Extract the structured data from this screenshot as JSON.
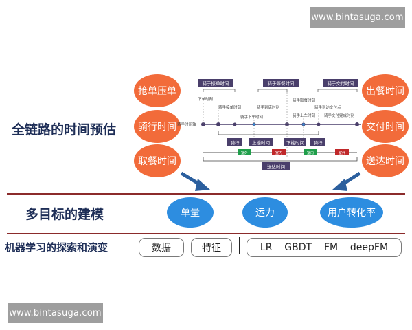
{
  "watermark": {
    "text": "www.bintasuga.com"
  },
  "titles": {
    "row1": "全链路的时间预估",
    "row2": "多目标的建模",
    "row3": "机器学习的探索和演变"
  },
  "left_bubbles": [
    "抢单压单",
    "骑行时间",
    "取餐时间"
  ],
  "right_bubbles": [
    "出餐时间",
    "交付时间",
    "送达时间"
  ],
  "timeline": {
    "top_labels": [
      "骑手接单时间",
      "骑手等餐时间",
      "骑手交付时间"
    ],
    "sub_labels_top": [
      "下单时刻",
      "骑手接单时刻",
      "骑手到店时刻",
      "骑手取餐时刻",
      "骑手到达交付点"
    ],
    "sub_labels_mid": [
      "骑手下车时刻",
      "骑手上车时刻",
      "骑手交付完成时刻"
    ],
    "axis_label": "骑手时间轴",
    "segment_labels": [
      "骑行",
      "上楼时间",
      "下楼时间",
      "骑行"
    ],
    "mini_tags": [
      "室外",
      "室内",
      "室内",
      "室外"
    ],
    "bottom_label": "送达时间"
  },
  "objectives": [
    "单量",
    "运力",
    "用户转化率"
  ],
  "ml": {
    "data": "数据",
    "feature": "特征",
    "models": [
      "LR",
      "GBDT",
      "FM",
      "deepFM"
    ]
  },
  "colors": {
    "orange": "#f26b3a",
    "blue": "#2d8de0",
    "navy": "#1e2e57",
    "maroon": "#8b2b2b",
    "purple_tag": "#4a3f6b",
    "green_tag": "#1f9e4a",
    "red_tag": "#c0282a"
  }
}
